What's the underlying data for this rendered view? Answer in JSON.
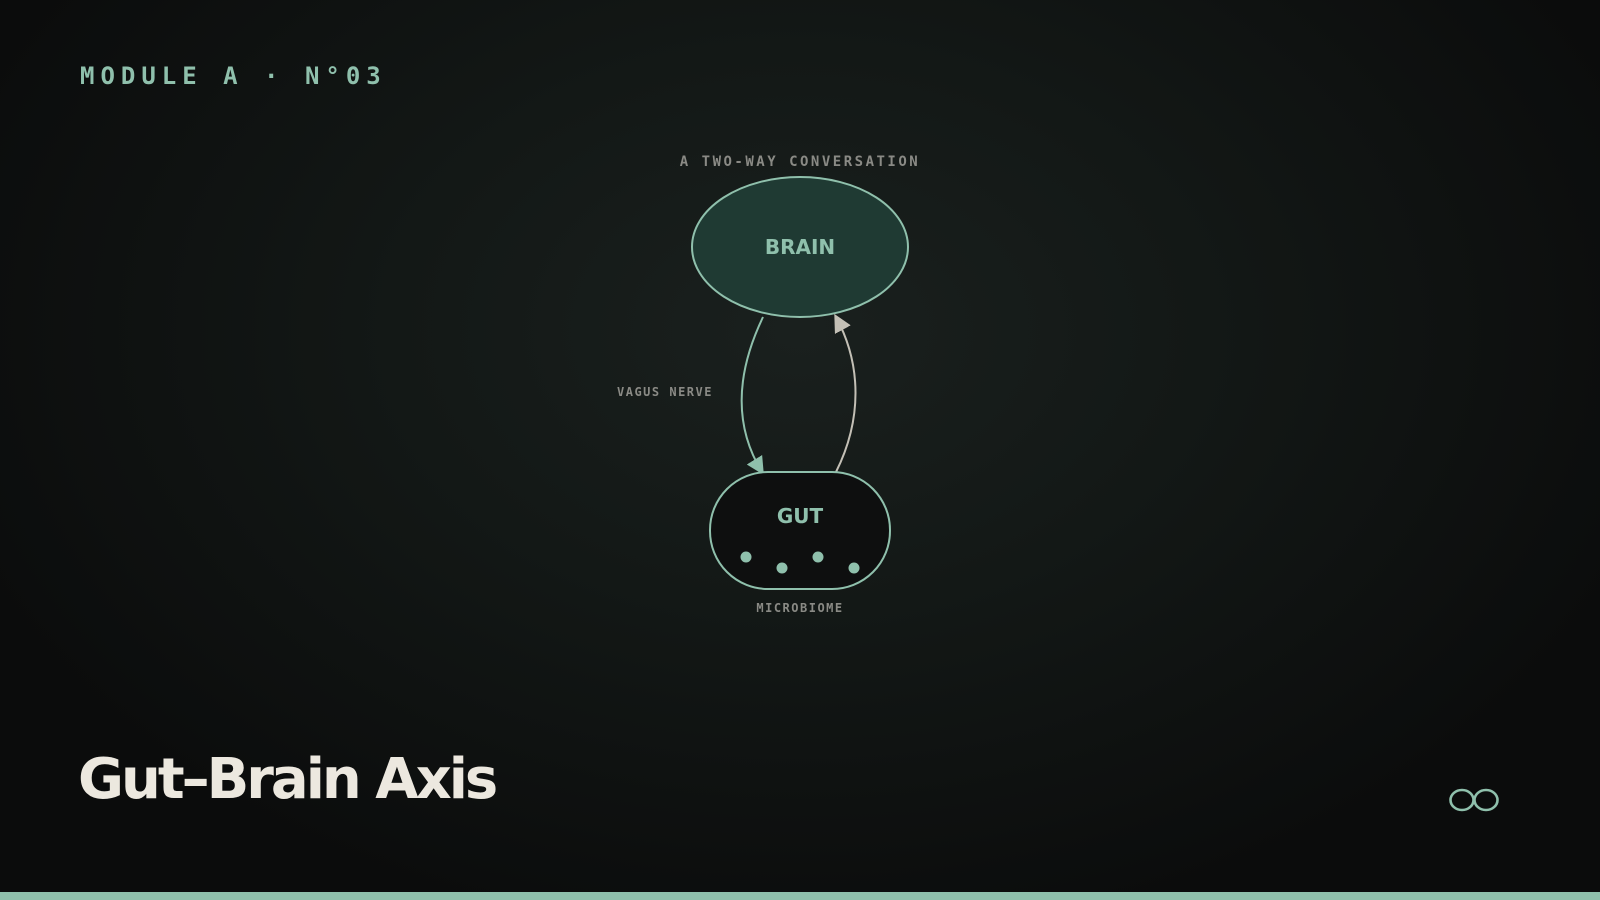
{
  "header": {
    "module_label": "MODULE A · N°03"
  },
  "diagram": {
    "subtitle": "A TWO-WAY CONVERSATION",
    "brain_label": "BRAIN",
    "gut_label": "GUT",
    "nerve_label": "VAGUS NERVE",
    "microbiome_label": "MICROBIOME"
  },
  "title": "Gut–Brain Axis",
  "icons": {
    "infinity": "infinity-icon"
  },
  "colors": {
    "accent": "#8fc0ac",
    "brain_fill": "#1f3a33",
    "gut_fill": "#0e0f0f",
    "upward_arrow": "#c4c0b6",
    "title": "#ece8df",
    "muted_text": "#8a8a85"
  }
}
